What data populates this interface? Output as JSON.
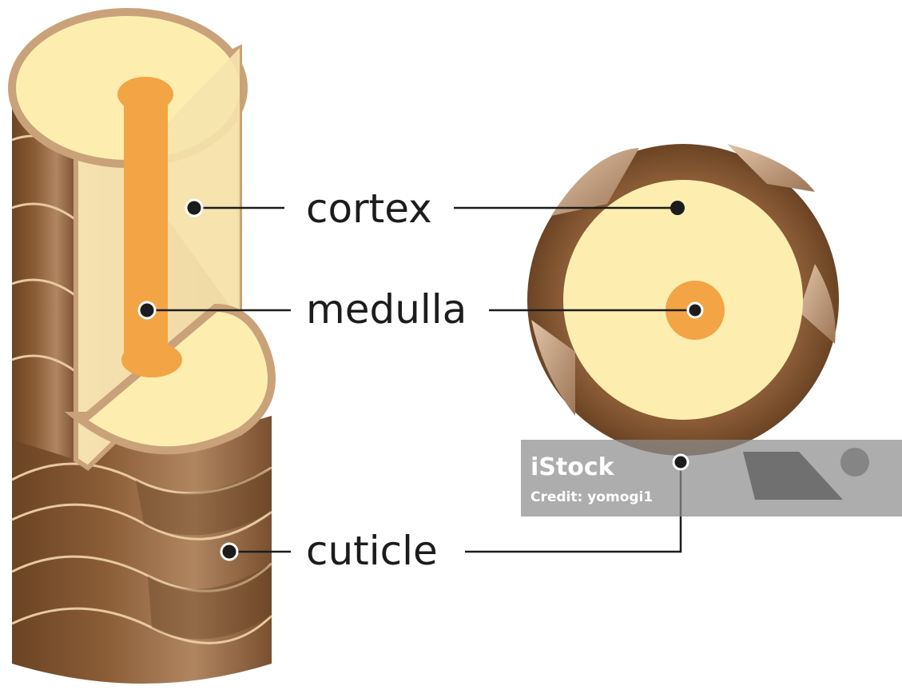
{
  "labels": {
    "cortex": "cortex",
    "medulla": "medulla",
    "cuticle": "cuticle"
  },
  "watermark": {
    "brand": "iStock",
    "credit": "Credit: yomogi1"
  },
  "colors": {
    "cuticle_brown": "#8a5c36",
    "cuticle_dark": "#6b4424",
    "cuticle_edge": "#e8c9a0",
    "cortex_top": "#fdeeb0",
    "cortex_side": "#f3deaa",
    "medulla": "#f3a445",
    "leader": "#1c1c1c"
  }
}
